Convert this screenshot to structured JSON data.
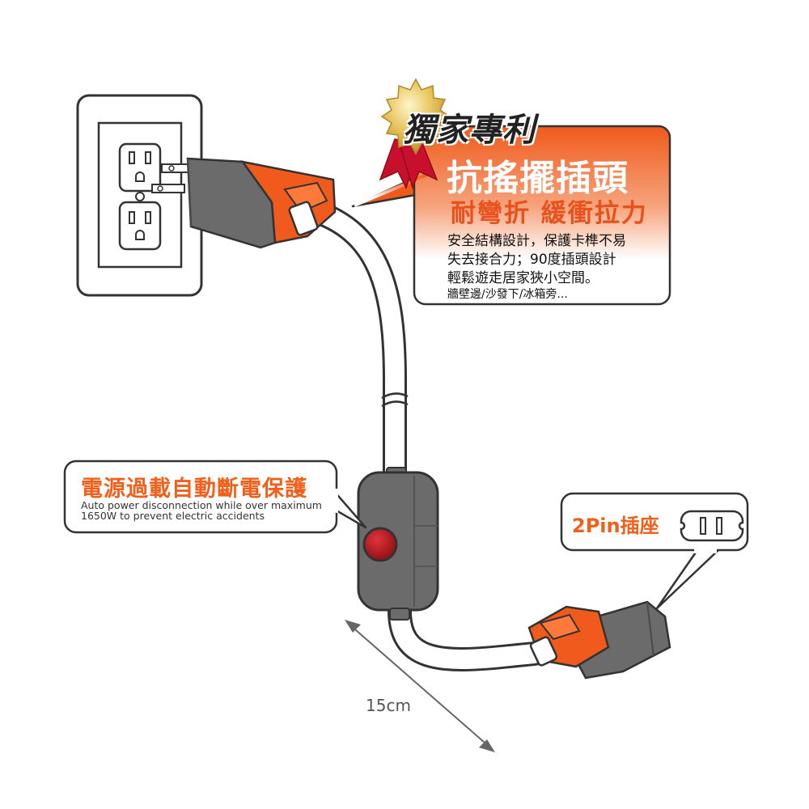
{
  "badge": {
    "text": "獨家專利"
  },
  "patent_box": {
    "title": "抗搖擺插頭",
    "subtitle": "耐彎折 緩衝拉力",
    "lines": [
      "安全結構設計，保護卡榫不易",
      "失去接合力；90度插頭設計",
      "輕鬆遊走居家狹小空間。",
      "牆壁邊/沙發下/冰箱旁..."
    ]
  },
  "overload_box": {
    "title": "電源過載自動斷電保護",
    "desc_lines": [
      "Auto power disconnection while over maximum",
      "1650W to prevent electric accidents"
    ]
  },
  "socket_box": {
    "label": "2Pin插座"
  },
  "dimension": {
    "label": "15cm"
  },
  "colors": {
    "accent": "#f0601a",
    "gray": "#6b6b6b",
    "gold": "#d9b24a",
    "red": "#c8102e"
  }
}
